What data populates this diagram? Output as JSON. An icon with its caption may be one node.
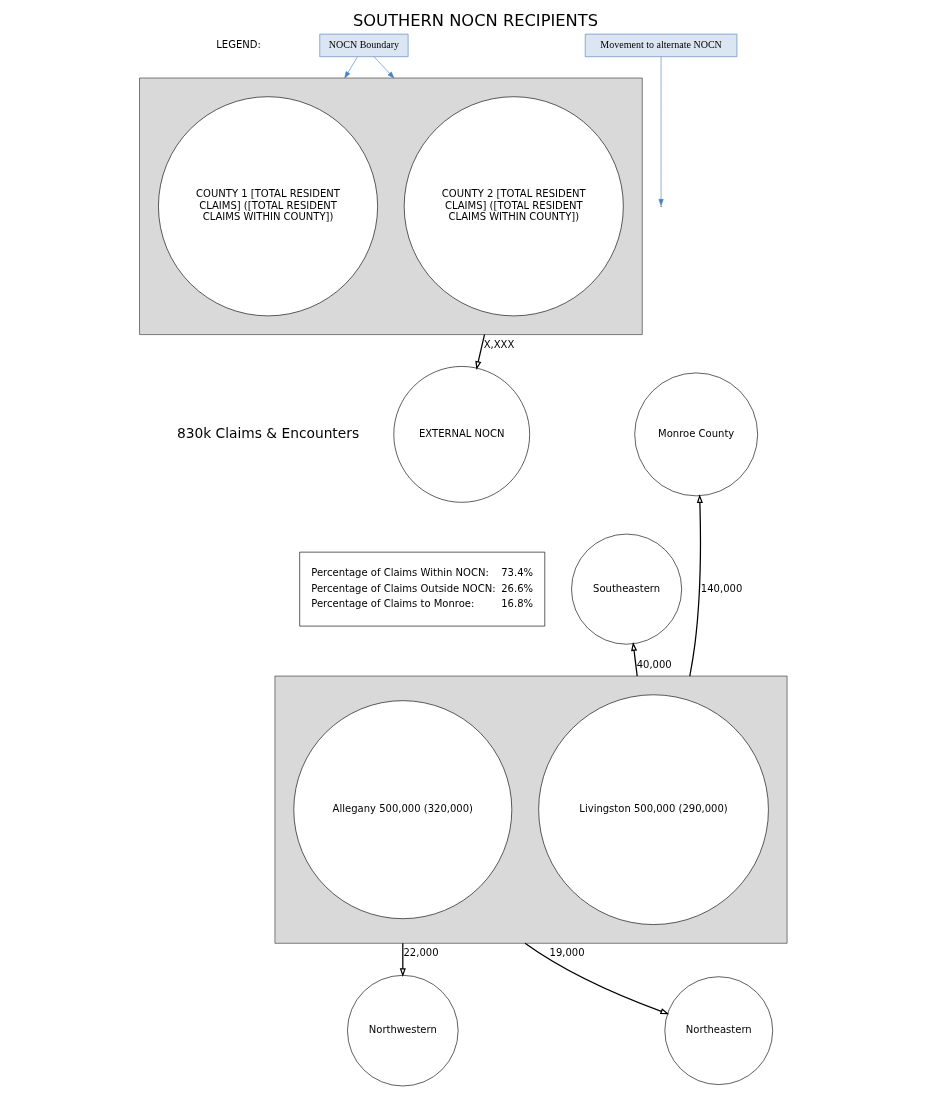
{
  "diagram": {
    "title": "SOUTHERN NOCN RECIPIENTS",
    "nodes": [
      {
        "text": [
          "NOCN Boundary"
        ]
      },
      {
        "text": [],
        "shape": "box"
      },
      {
        "text": [
          "COUNTY 1 [TOTAL RESIDENT CLAIMS] ([TOTAL RESIDENT CLAIMS WITHIN COUNTY])"
        ],
        "in": 1
      },
      {
        "text": [
          "COUNTY 2 [TOTAL RESIDENT CLAIMS] ([TOTAL RESIDENT CLAIMS WITHIN COUNTY])"
        ],
        "in": 1
      },
      {
        "text": [
          "Movement to alternate NOCN"
        ]
      },
      {
        "text": [
          "EXTERNAL NOCN"
        ]
      },
      {
        "text": [
          "Percentage of Claims Within NOCN:",
          "73.4%",
          "Percentage of Claims Outside NOCN:",
          "26.6%",
          "Percentage of Claims to Monroe:",
          "16.8%"
        ]
      },
      {
        "text": [
          "Monroe County"
        ]
      },
      {
        "text": [],
        "shape": "box"
      },
      {
        "text": [
          "Livingston 500,000 (290,000)"
        ],
        "in": 8
      },
      {
        "text": [
          "Allegany 500,000 (320,000)"
        ],
        "in": 8
      },
      {
        "text": [
          "Southeastern"
        ]
      },
      {
        "text": [
          "Northeastern"
        ]
      },
      {
        "text": [
          "Northwestern"
        ]
      }
    ],
    "edges": [
      {
        "from": 0,
        "to": 1,
        "arrow": "to",
        "color": "#4f81bd"
      },
      {
        "from": 0,
        "to": 1,
        "arrow": "to",
        "color": "#4f81bd"
      },
      {
        "from": 1,
        "to": 5,
        "arrow": "to",
        "label": "X,XXX"
      },
      {
        "from": 4,
        "to": null,
        "arrow": "to",
        "color": "#4f81bd"
      },
      {
        "from": 8,
        "to": 7,
        "arrow": "to",
        "label": "140,000"
      },
      {
        "from": 8,
        "to": 11,
        "arrow": "to",
        "label": "40,000"
      },
      {
        "from": 8,
        "to": 12,
        "arrow": "to",
        "label": "19,000"
      },
      {
        "from": 8,
        "to": 13,
        "arrow": "to",
        "label": "22,000"
      }
    ],
    "labels": [
      "LEGEND:",
      "830k Claims & Encounters"
    ]
  }
}
